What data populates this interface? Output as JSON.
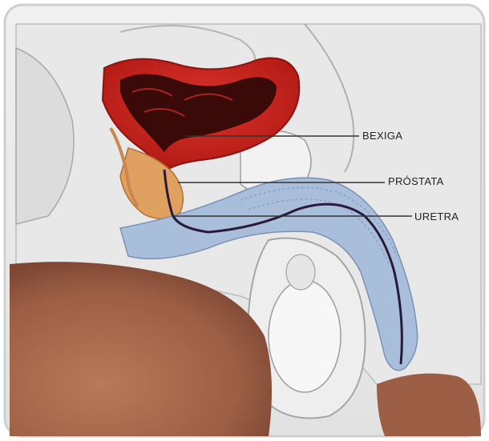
{
  "labels": {
    "bladder": "BEXIGA",
    "prostate": "PRÓSTATA",
    "urethra": "URETRA"
  },
  "colors": {
    "bladder_red": "#c8221c",
    "bladder_dark": "#3a0a08",
    "prostate_orange": "#e0a060",
    "penis_blue": "#a9bedb",
    "skin_brown": "#a86a4e",
    "tissue_gray": "#e4e4e4"
  }
}
